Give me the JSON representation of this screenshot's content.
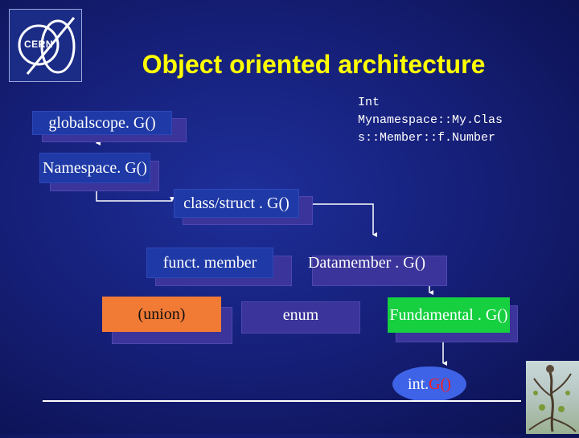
{
  "slide": {
    "title": "Object oriented architecture",
    "code_annotation": "Int\nMynamespace::My.Clas\ns::Member::f.Number"
  },
  "logo": {
    "text": "CERN"
  },
  "boxes": {
    "globalscope": "globalscope. G()",
    "namespace": "Namespace. G()",
    "class_struct": "class/struct . G()",
    "funct_member": "funct. member",
    "datamember": "Datamember . G()",
    "union": "(union)",
    "enum": "enum",
    "fundamental": "Fundamental . G()"
  },
  "int_node": {
    "prefix": "int.",
    "suffix": "G()"
  },
  "colors": {
    "title": "#ffff00",
    "box_blue": "#1f3aa6",
    "box_shadow": "#3b349a",
    "union_fill": "#f17a35",
    "fundamental_fill": "#16d040",
    "ellipse_fill": "#3f63e6",
    "suffix_red": "#ff1a1a"
  }
}
